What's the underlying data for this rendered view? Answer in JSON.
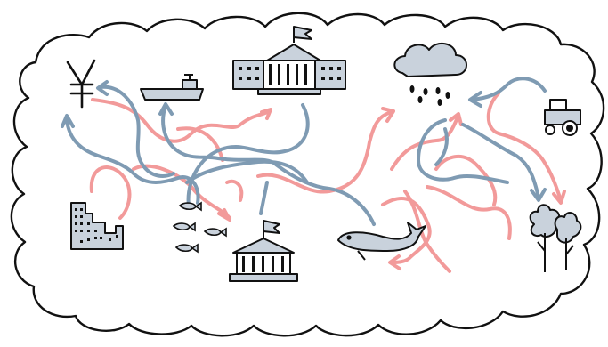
{
  "diagram": {
    "colors": {
      "outline": "#111111",
      "background": "#ffffff",
      "flow_red": "#f29a9a",
      "flow_blue": "#7f9bb3",
      "icon_fill": "#c9d2dc"
    },
    "nodes": [
      {
        "id": "currency",
        "icon": "yen-icon",
        "text": "¥"
      },
      {
        "id": "ship",
        "icon": "cargo-ship-icon"
      },
      {
        "id": "capitol",
        "icon": "government-building-icon"
      },
      {
        "id": "rain",
        "icon": "rain-cloud-icon"
      },
      {
        "id": "tractor",
        "icon": "tractor-icon"
      },
      {
        "id": "city",
        "icon": "city-buildings-icon"
      },
      {
        "id": "fish",
        "icon": "fish-school-icon"
      },
      {
        "id": "bank",
        "icon": "bank-building-icon"
      },
      {
        "id": "whale",
        "icon": "whale-icon"
      },
      {
        "id": "forest",
        "icon": "trees-icon"
      }
    ]
  }
}
